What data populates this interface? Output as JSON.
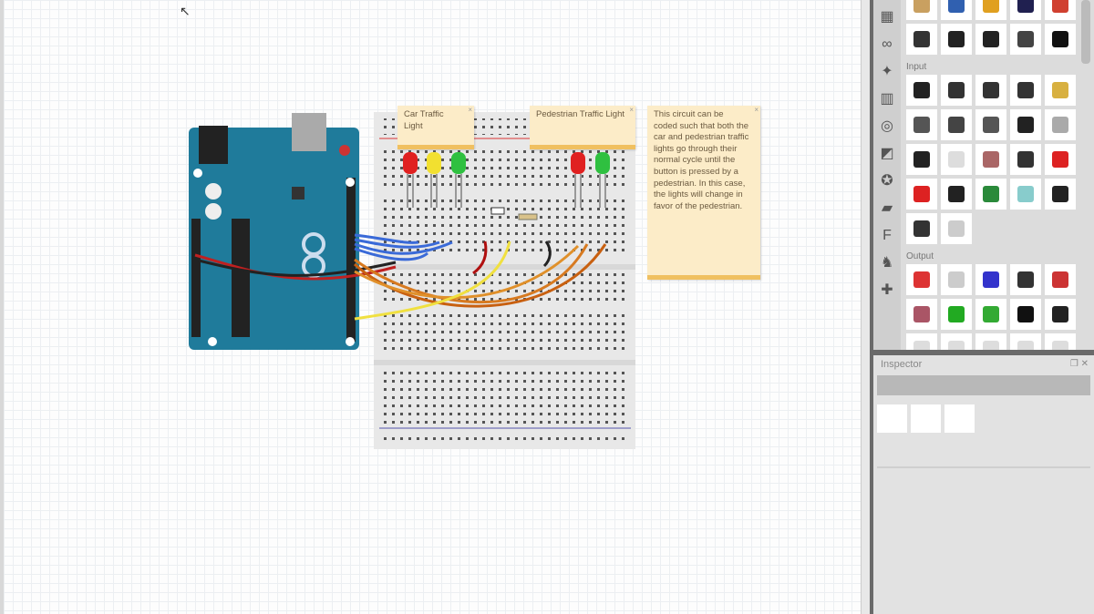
{
  "canvas": {
    "notes": [
      {
        "text": "Car Traffic Light"
      },
      {
        "text": "Pedestrian Traffic Light"
      },
      {
        "text": "This circuit can be coded such that both the car and pedestrian traffic lights go through their normal cycle until the button is pressed by a pedestrian. In this case, the lights will change in favor of the pedestrian."
      }
    ],
    "led_colors": [
      "#e02020",
      "#f2e030",
      "#2fc040",
      "#e02020",
      "#2fc040"
    ]
  },
  "parts_bin": {
    "sections": [
      {
        "label": "Input"
      },
      {
        "label": "Output"
      }
    ]
  },
  "inspector": {
    "title": "Inspector"
  }
}
